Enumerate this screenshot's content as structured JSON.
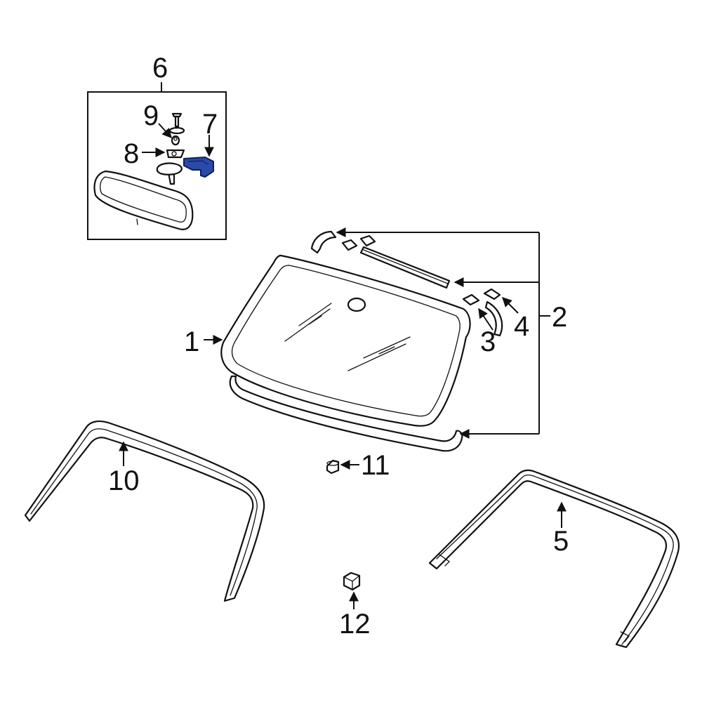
{
  "callouts": {
    "c1": "1",
    "c2": "2",
    "c3": "3",
    "c4": "4",
    "c5": "5",
    "c6": "6",
    "c7": "7",
    "c8": "8",
    "c9": "9",
    "c10": "10",
    "c11": "11",
    "c12": "12"
  },
  "colors": {
    "highlight": "#2a4aa8",
    "line": "#111111",
    "background": "#ffffff"
  }
}
